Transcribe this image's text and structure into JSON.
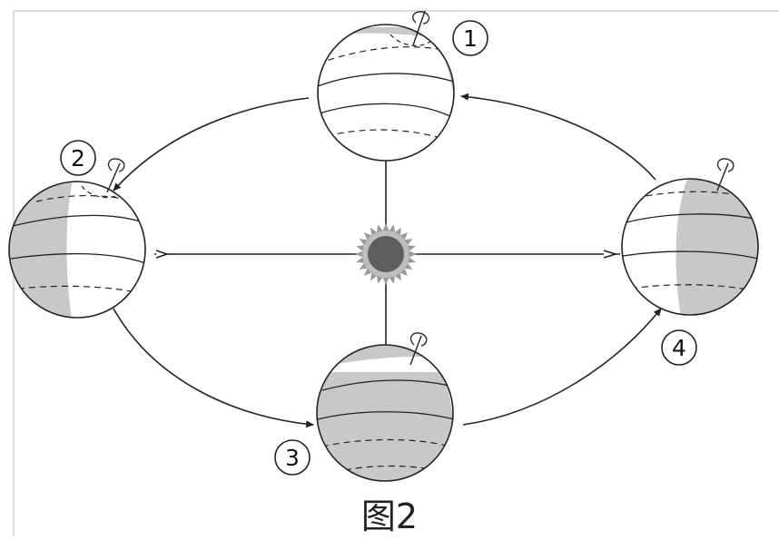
{
  "figure": {
    "caption": "图2",
    "positions": [
      {
        "id": "1",
        "label": "1"
      },
      {
        "id": "2",
        "label": "2"
      },
      {
        "id": "3",
        "label": "3"
      },
      {
        "id": "4",
        "label": "4"
      }
    ],
    "colors": {
      "line": "#222222",
      "night": "#c8c8c8",
      "day": "#ffffff",
      "sun_core": "#5e5e5e",
      "sun_glow": "#9a9a9a"
    }
  }
}
